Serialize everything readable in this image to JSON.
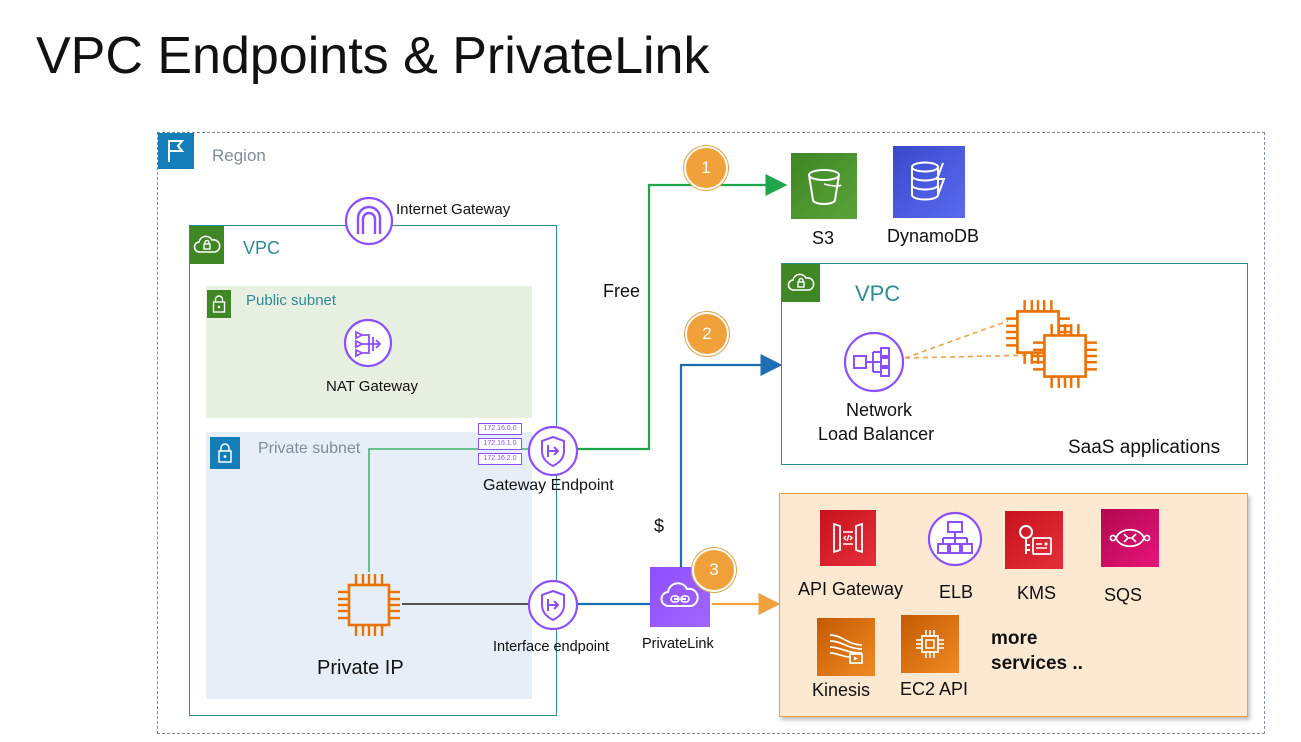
{
  "title": "VPC Endpoints & PrivateLink",
  "region": {
    "label": "Region"
  },
  "vpc_main": {
    "label": "VPC"
  },
  "internet_gateway": {
    "label": "Internet Gateway"
  },
  "public_subnet": {
    "label": "Public subnet"
  },
  "nat_gateway": {
    "label": "NAT Gateway"
  },
  "private_subnet": {
    "label": "Private subnet"
  },
  "private_ip": {
    "label": "Private IP"
  },
  "gateway_endpoint": {
    "label": "Gateway Endpoint",
    "routes": [
      "172.16.0.0",
      "172.16.1.0",
      "172.16.2.0"
    ]
  },
  "interface_endpoint": {
    "label": "Interface endpoint"
  },
  "privatelink": {
    "label": "PrivateLink"
  },
  "free_label": "Free",
  "cost_label": "$",
  "badges": [
    "1",
    "2",
    "3"
  ],
  "s3": {
    "label": "S3"
  },
  "dynamodb": {
    "label": "DynamoDB"
  },
  "saas_vpc": {
    "label": "VPC",
    "nlb_label_1": "Network",
    "nlb_label_2": "Load Balancer",
    "saas_label": "SaaS applications"
  },
  "services": {
    "api_gateway": "API Gateway",
    "elb": "ELB",
    "kms": "KMS",
    "sqs": "SQS",
    "kinesis": "Kinesis",
    "ec2_api": "EC2 API",
    "more_1": "more",
    "more_2": "services .."
  },
  "colors": {
    "region_border": "#7f8c99",
    "vpc_green": "#3f8624",
    "vpc_teal": "#2b8b97",
    "public_subnet_bg": "#e8f0e2",
    "private_subnet_bg": "#e6eff7",
    "private_subnet_icon": "#147eba",
    "purple": "#8c4fff",
    "orange": "#ed7100",
    "s3_green": "#3f8624",
    "dynamo_blue": "#3b48cc",
    "route_green": "#1ea64a",
    "route_blue": "#1c6fb5",
    "route_orange": "#f2a23d",
    "services_bg": "#fde8d2",
    "badge": "#f0a13a"
  }
}
